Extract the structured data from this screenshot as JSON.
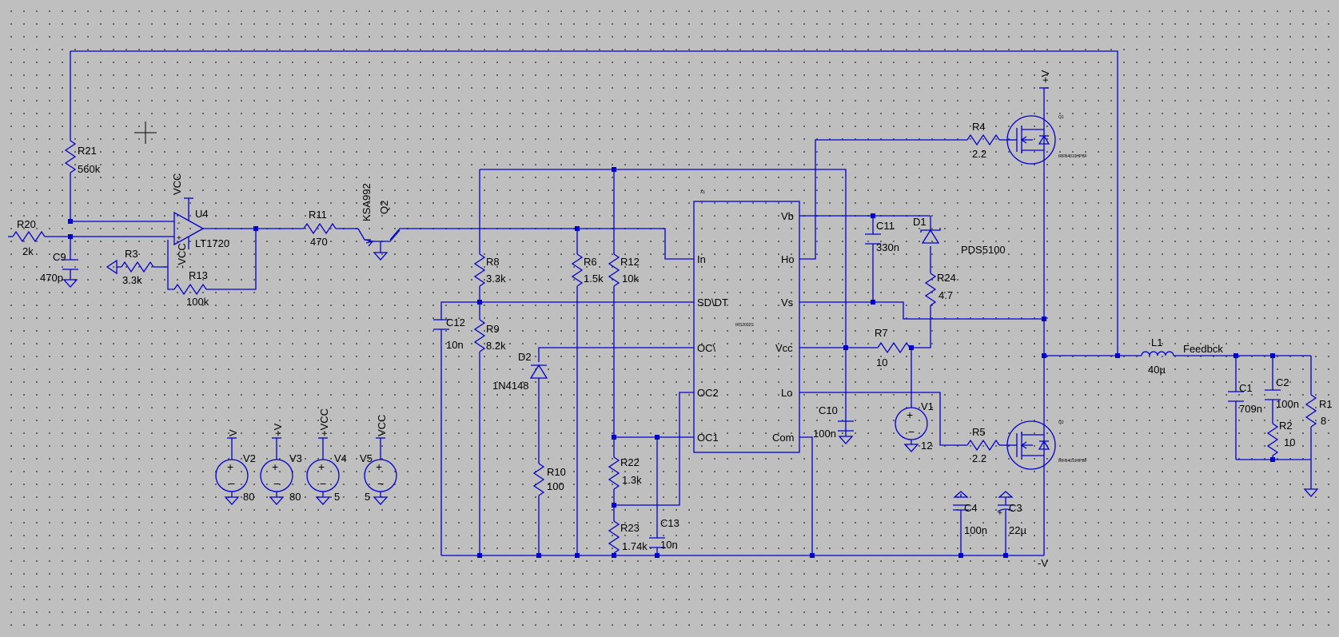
{
  "schematic": {
    "components": {
      "r20": {
        "ref": "R20",
        "value": "2k"
      },
      "r21": {
        "ref": "R21",
        "value": "560k"
      },
      "c9": {
        "ref": "C9",
        "value": "470p"
      },
      "r3": {
        "ref": "R3",
        "value": "3.3k"
      },
      "r13": {
        "ref": "R13",
        "value": "100k"
      },
      "u4": {
        "ref": "U4",
        "value": "LT1720"
      },
      "r11": {
        "ref": "R11",
        "value": "470"
      },
      "q2": {
        "ref": "Q2",
        "value": "KSA992"
      },
      "r8": {
        "ref": "R8",
        "value": "3.3k"
      },
      "r6": {
        "ref": "R6",
        "value": "1.5k"
      },
      "r12": {
        "ref": "R12",
        "value": "10k"
      },
      "r9": {
        "ref": "R9",
        "value": "8.2k"
      },
      "c12": {
        "ref": "C12",
        "value": "10n"
      },
      "d2": {
        "ref": "D2",
        "value": "1N4148"
      },
      "r10": {
        "ref": "R10",
        "value": "100"
      },
      "r22": {
        "ref": "R22",
        "value": "1.3k"
      },
      "r23": {
        "ref": "R23",
        "value": "1.74k"
      },
      "c13": {
        "ref": "C13",
        "value": "10n"
      },
      "c10": {
        "ref": "C10",
        "value": "100n"
      },
      "c11": {
        "ref": "C11",
        "value": "330n"
      },
      "d1": {
        "ref": "D1",
        "value": "PDS5100"
      },
      "r24": {
        "ref": "R24",
        "value": "4.7"
      },
      "r7": {
        "ref": "R7",
        "value": "10"
      },
      "v1": {
        "ref": "V1",
        "value": "12"
      },
      "r4": {
        "ref": "R4",
        "value": "2.2"
      },
      "r5": {
        "ref": "R5",
        "value": "2.2"
      },
      "c4": {
        "ref": "C4",
        "value": "100n"
      },
      "c3": {
        "ref": "C3",
        "value": "22µ"
      },
      "l1": {
        "ref": "L1",
        "value": "40µ"
      },
      "c1": {
        "ref": "C1",
        "value": "709n"
      },
      "c2": {
        "ref": "C2",
        "value": "100n"
      },
      "r2": {
        "ref": "R2",
        "value": "10"
      },
      "r1": {
        "ref": "R1",
        "value": "8"
      },
      "v2": {
        "ref": "V2",
        "value": "80"
      },
      "v3": {
        "ref": "V3",
        "value": "80"
      },
      "v4": {
        "ref": "V4",
        "value": "5"
      },
      "v5": {
        "ref": "V5",
        "value": "5"
      }
    },
    "ic": {
      "pins": {
        "in": "In",
        "sd_dt": "SD\\DT",
        "oc": "OC\\",
        "oc2": "OC2",
        "oc1": "OC1",
        "vb": "Vb",
        "ho": "Ho",
        "vs": "Vs",
        "vcc": "Vcc",
        "lo": "Lo",
        "com": "Com"
      },
      "ref_small": "X1",
      "part_small": "IRS2092S"
    },
    "mosfets": {
      "q_top": {
        "ref_small": "Q1",
        "part_small": "IRFB4019HPBF"
      },
      "q_bot": {
        "ref_small": "Q2",
        "part_small": "IRFB4019HPBF"
      }
    },
    "nets": {
      "plus_v": "+V",
      "minus_v": "-V",
      "vcc": "VCC",
      "minus_vcc": "-VCC",
      "v": "V",
      "feedback": "Feedbck"
    },
    "colors": {
      "background": "#bfbfbf",
      "wire": "#0000d0",
      "grid_dot": "#555555",
      "text": "#000000"
    }
  }
}
